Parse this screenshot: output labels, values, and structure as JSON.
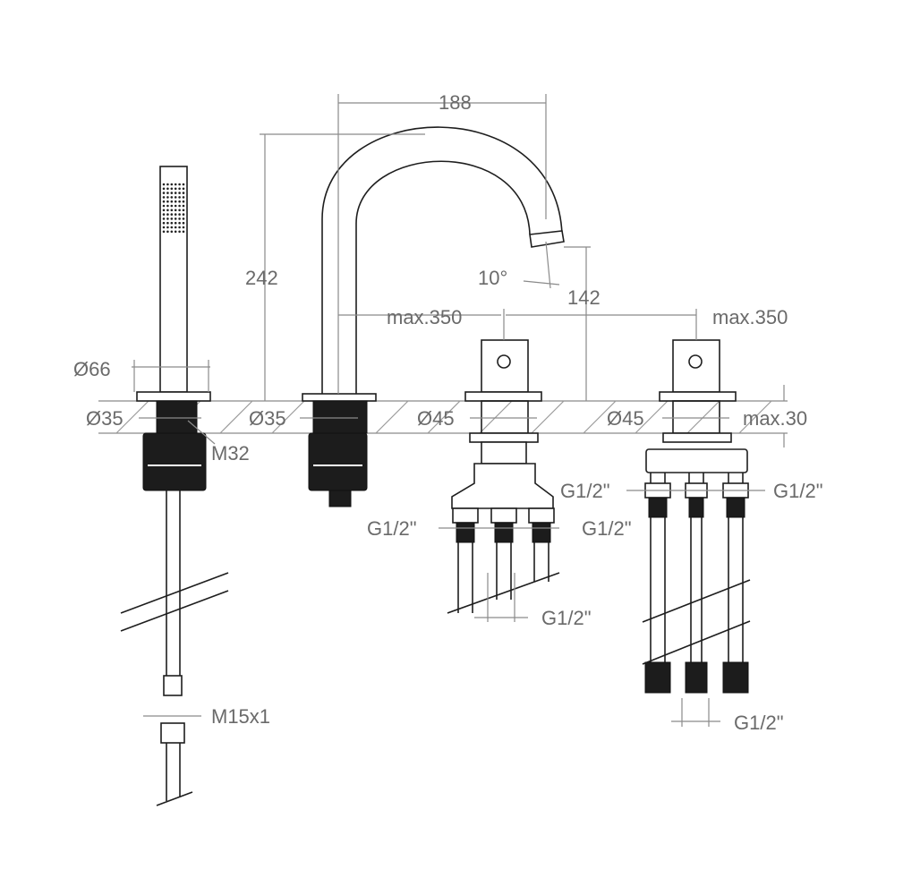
{
  "title": "Deck-mounted 4-hole bath mixer technical drawing",
  "dimensions": {
    "spout_reach": "188",
    "spout_height": "242",
    "outlet_angle": "10°",
    "outlet_height": "142",
    "max_spacing_left": "max.350",
    "max_spacing_right": "max.350",
    "hand_shower_flange_diameter": "Ø66",
    "hand_shower_hole": "Ø35",
    "spout_hole": "Ø35",
    "thread_shower": "M32",
    "valve_hole_left": "Ø45",
    "valve_hole_right": "Ø45",
    "deck_thickness": "max.30",
    "hose_connector": "M15x1"
  },
  "connections": {
    "left_valve_in_left": "G1/2\"",
    "left_valve_in_right": "G1/2\"",
    "left_valve_out": "G1/2\"",
    "right_valve_in_left": "G1/2\"",
    "right_valve_in_right": "G1/2\"",
    "right_valve_out": "G1/2\""
  }
}
